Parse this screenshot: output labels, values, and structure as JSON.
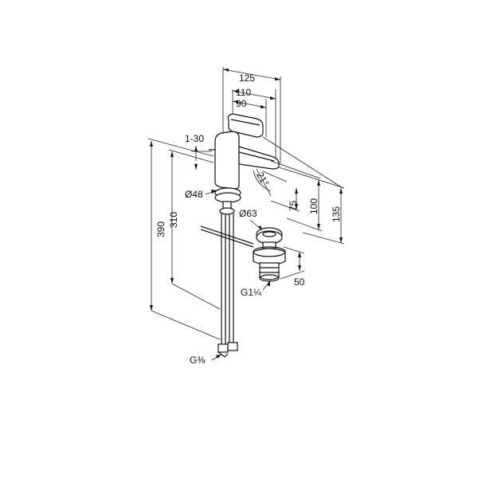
{
  "dimensions": {
    "d125": "125",
    "d110": "110",
    "d90": "90",
    "d1_30": "1-30",
    "d21": "21°",
    "d48": "Ø48",
    "d63": "Ø63",
    "d75": "75",
    "d100": "100",
    "d135": "135",
    "d310": "310",
    "d390": "390",
    "d50": "50",
    "thread_waste": "G1¼",
    "thread_supply": "G⅜"
  }
}
